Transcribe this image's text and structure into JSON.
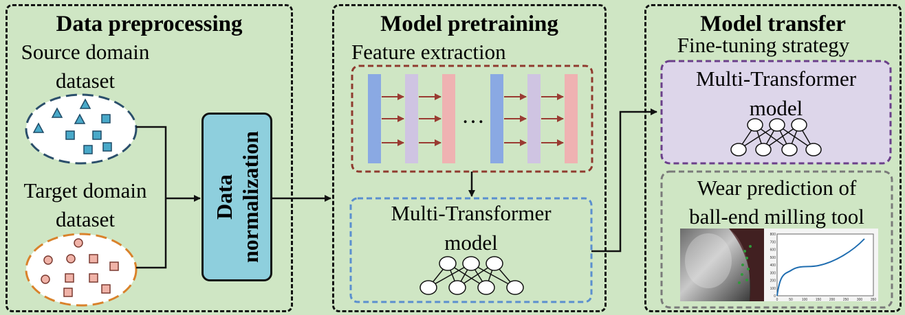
{
  "panels": {
    "preprocessing": {
      "title": "Data preprocessing",
      "source_line1": "Source domain",
      "source_line2": "dataset",
      "target_line1": "Target domain",
      "target_line2": "dataset",
      "normalization_line1": "Data",
      "normalization_line2": "normalization"
    },
    "pretraining": {
      "title": "Model pretraining",
      "feature_label": "Feature extraction",
      "ellipsis": "…",
      "model_line1": "Multi-Transformer",
      "model_line2": "model"
    },
    "transfer": {
      "title": "Model transfer",
      "strategy_label": "Fine-tuning strategy",
      "model_line1": "Multi-Transformer",
      "model_line2": "model",
      "wear_line1": "Wear prediction of",
      "wear_line2": "ball-end milling tool"
    }
  },
  "colors": {
    "background": "#cfe6c4",
    "source_marker": "#49a9c9",
    "target_marker": "#f0b3a8",
    "normalization_box": "#8ecfdd",
    "layer_blue": "#8aa9e3",
    "layer_purple": "#cfc4e2",
    "layer_pink": "#efb2b2",
    "arrow_red": "#9a3b32",
    "feature_border": "#8f3a2e",
    "model_border": "#5a8fcf",
    "transfer_model_fill": "#ddd6ea",
    "transfer_model_border": "#6a3f8a",
    "wear_border": "#7a7a7a",
    "curve": "#1f6db0"
  },
  "mini_chart": {
    "x_ticks": [
      "0",
      "50",
      "100",
      "150",
      "200",
      "250",
      "300",
      "350"
    ],
    "y_ticks": [
      "0",
      "100",
      "200",
      "300",
      "400",
      "500",
      "600",
      "700",
      "800"
    ]
  }
}
